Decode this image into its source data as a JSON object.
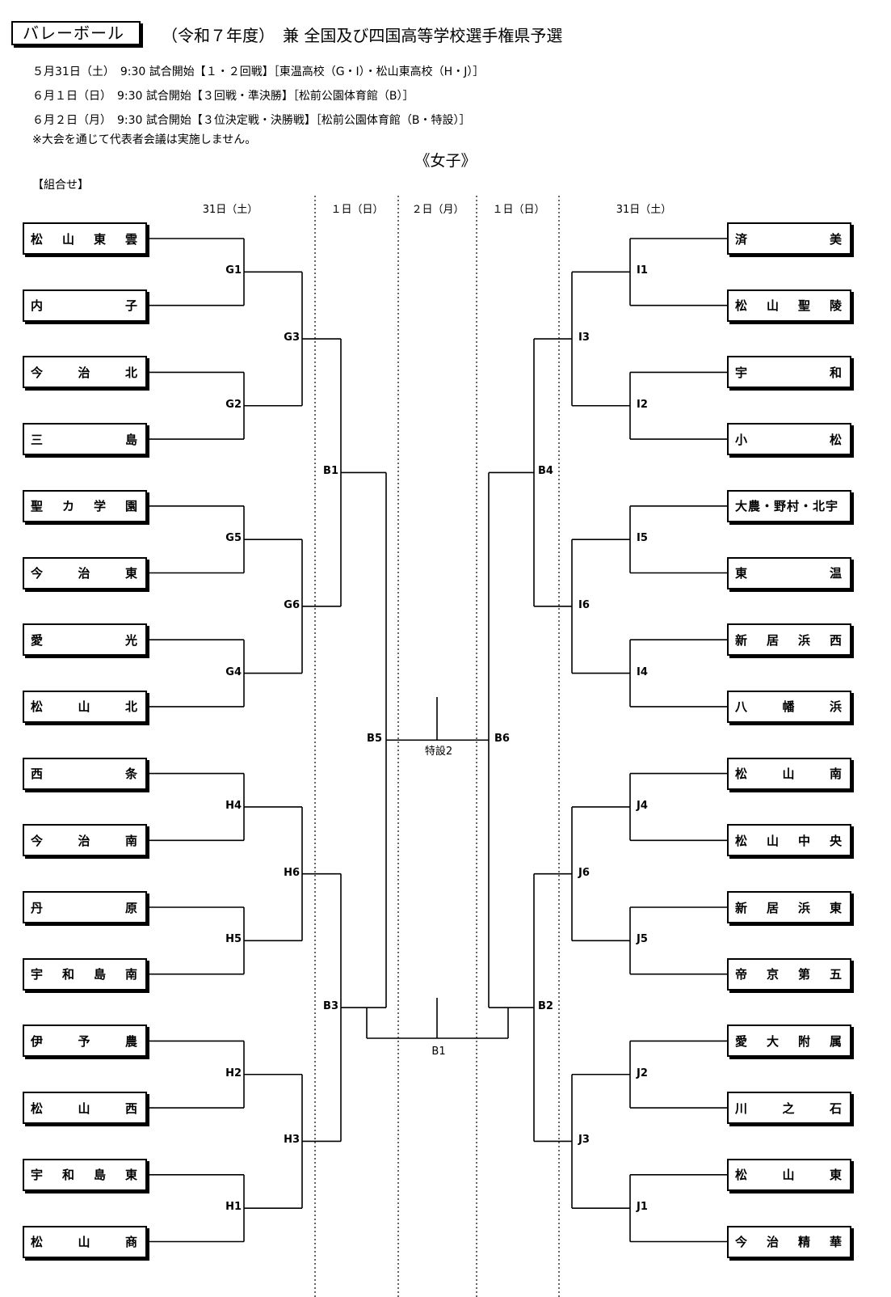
{
  "header": {
    "sport": "バレーボール",
    "title": "（令和７年度）　兼 全国及び四国高等学校選手権県予選"
  },
  "schedule": [
    "５月31日（土）　9:30 試合開始【１・２回戦】［東温高校（G・I）・松山東高校（H・J）］",
    "６月１日（日）　9:30 試合開始【３回戦・準決勝】［松前公園体育館（B）］",
    "６月２日（月）　9:30 試合開始【３位決定戦・決勝戦】［松前公園体育館（B・特設）］"
  ],
  "note": "※大会を通じて代表者会議は実施しません。",
  "gender": "《女子》",
  "combo_label": "【組合せ】",
  "day_headers": [
    "31日（土）",
    "１日（日）",
    "２日（月）",
    "１日（日）",
    "31日（土）"
  ],
  "teams_left": [
    "松山東雲",
    "内子",
    "今治北",
    "三島",
    "聖カ学園",
    "今治東",
    "愛光",
    "松山北",
    "西条",
    "今治南",
    "丹原",
    "宇和島南",
    "伊予農",
    "松山西",
    "宇和島東",
    "松山商"
  ],
  "teams_right": [
    "済美",
    "松山聖陵",
    "宇和",
    "小松",
    "大農・野村・北宇",
    "東温",
    "新居浜西",
    "八幡浜",
    "松山南",
    "松山中央",
    "新居浜東",
    "帝京第五",
    "愛大附属",
    "川之石",
    "松山東",
    "今治精華"
  ],
  "matches_left": {
    "round1": [
      "G1",
      "G2",
      "G5",
      "G4",
      "H4",
      "H5",
      "H2",
      "H1"
    ],
    "round2": [
      "G3",
      "G6",
      "H6",
      "H3"
    ],
    "round3": [
      "B1",
      "B3"
    ],
    "semi": "B5"
  },
  "matches_right": {
    "round1": [
      "I1",
      "I2",
      "I5",
      "I4",
      "J4",
      "J5",
      "J2",
      "J1"
    ],
    "round2": [
      "I3",
      "I6",
      "J6",
      "J3"
    ],
    "round3": [
      "B4",
      "B2"
    ],
    "semi": "B6"
  },
  "final_label": "特設2",
  "third_place_label": "B1"
}
